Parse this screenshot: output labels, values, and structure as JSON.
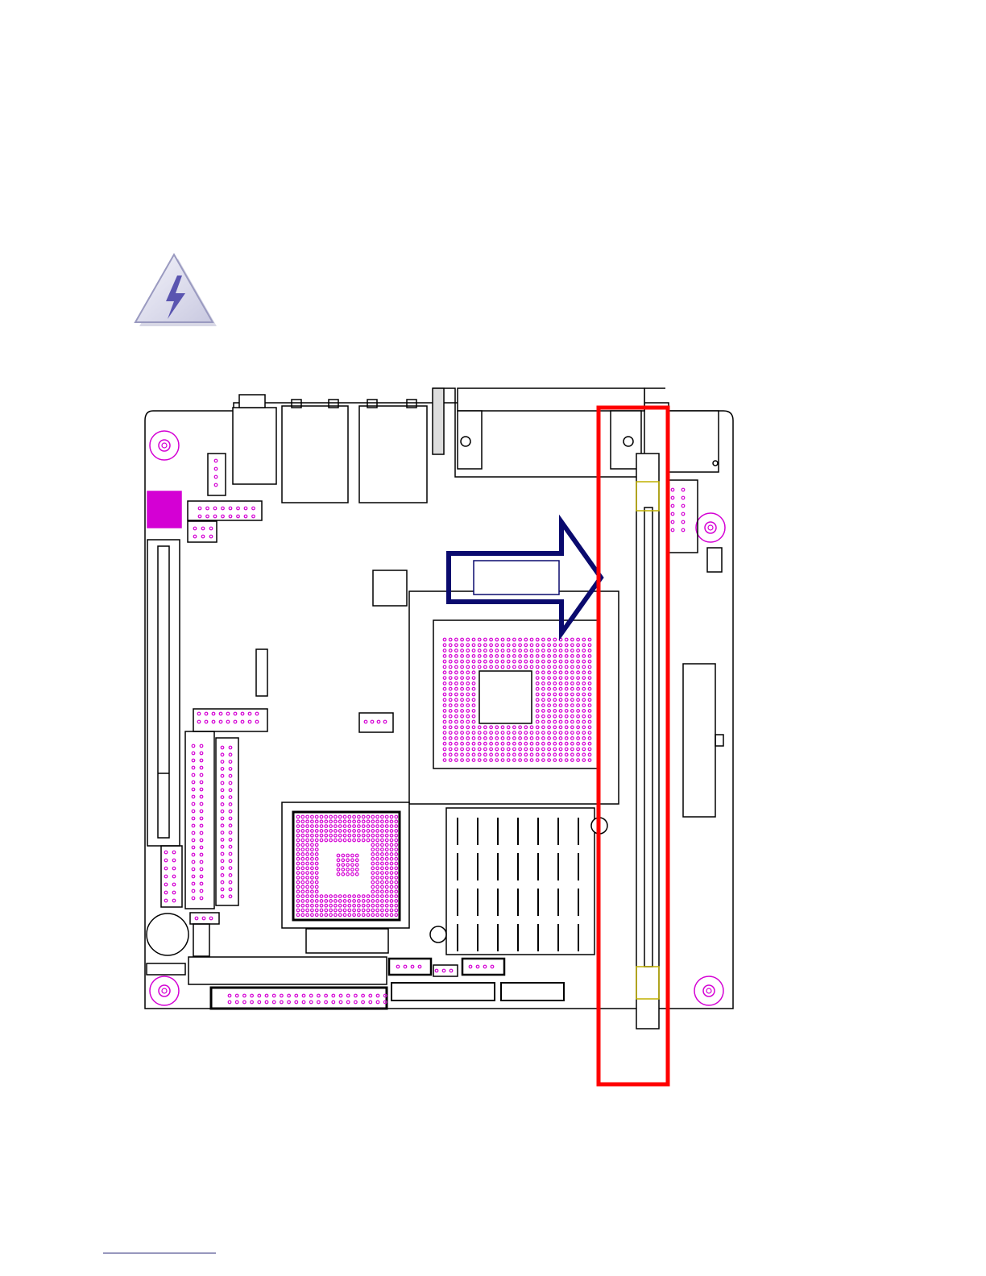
{
  "figure": {
    "type": "motherboard-layout-diagram",
    "warning_icon": "electrical-hazard-warning-icon",
    "callout_arrow": {
      "direction": "right",
      "color": "#0a0a6e"
    },
    "highlight_box": {
      "target": "memory-dimm-slot",
      "color": "#ff0000"
    },
    "component_color": "#d400d4",
    "text_labels": []
  }
}
